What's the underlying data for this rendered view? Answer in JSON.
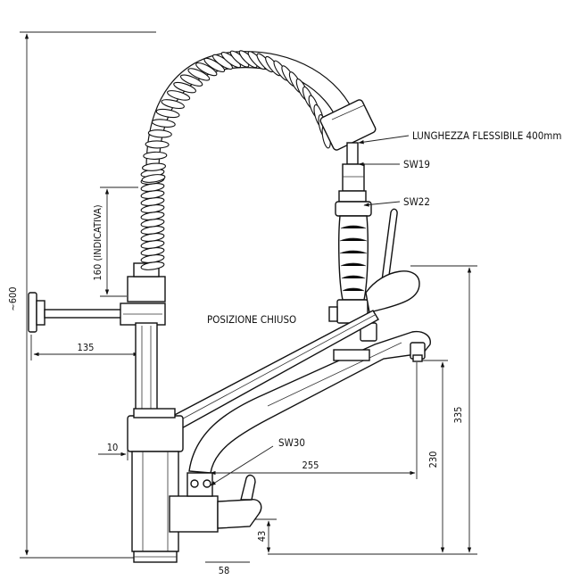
{
  "labels": {
    "hose_length": "LUNGHEZZA FLESSIBILE 400mm",
    "sw19": "SW19",
    "sw22": "SW22",
    "sw30": "SW30",
    "position": "POSIZIONE CHIUSO"
  },
  "dimensions": {
    "overall_height": "~600",
    "hose_height": "160 (INDICATIVA)",
    "wall_offset": "135",
    "spout_height": "335",
    "outlet_height": "230",
    "spout_reach": "255",
    "base_offset": "10",
    "handle_height": "43",
    "handle_offset": "58"
  }
}
